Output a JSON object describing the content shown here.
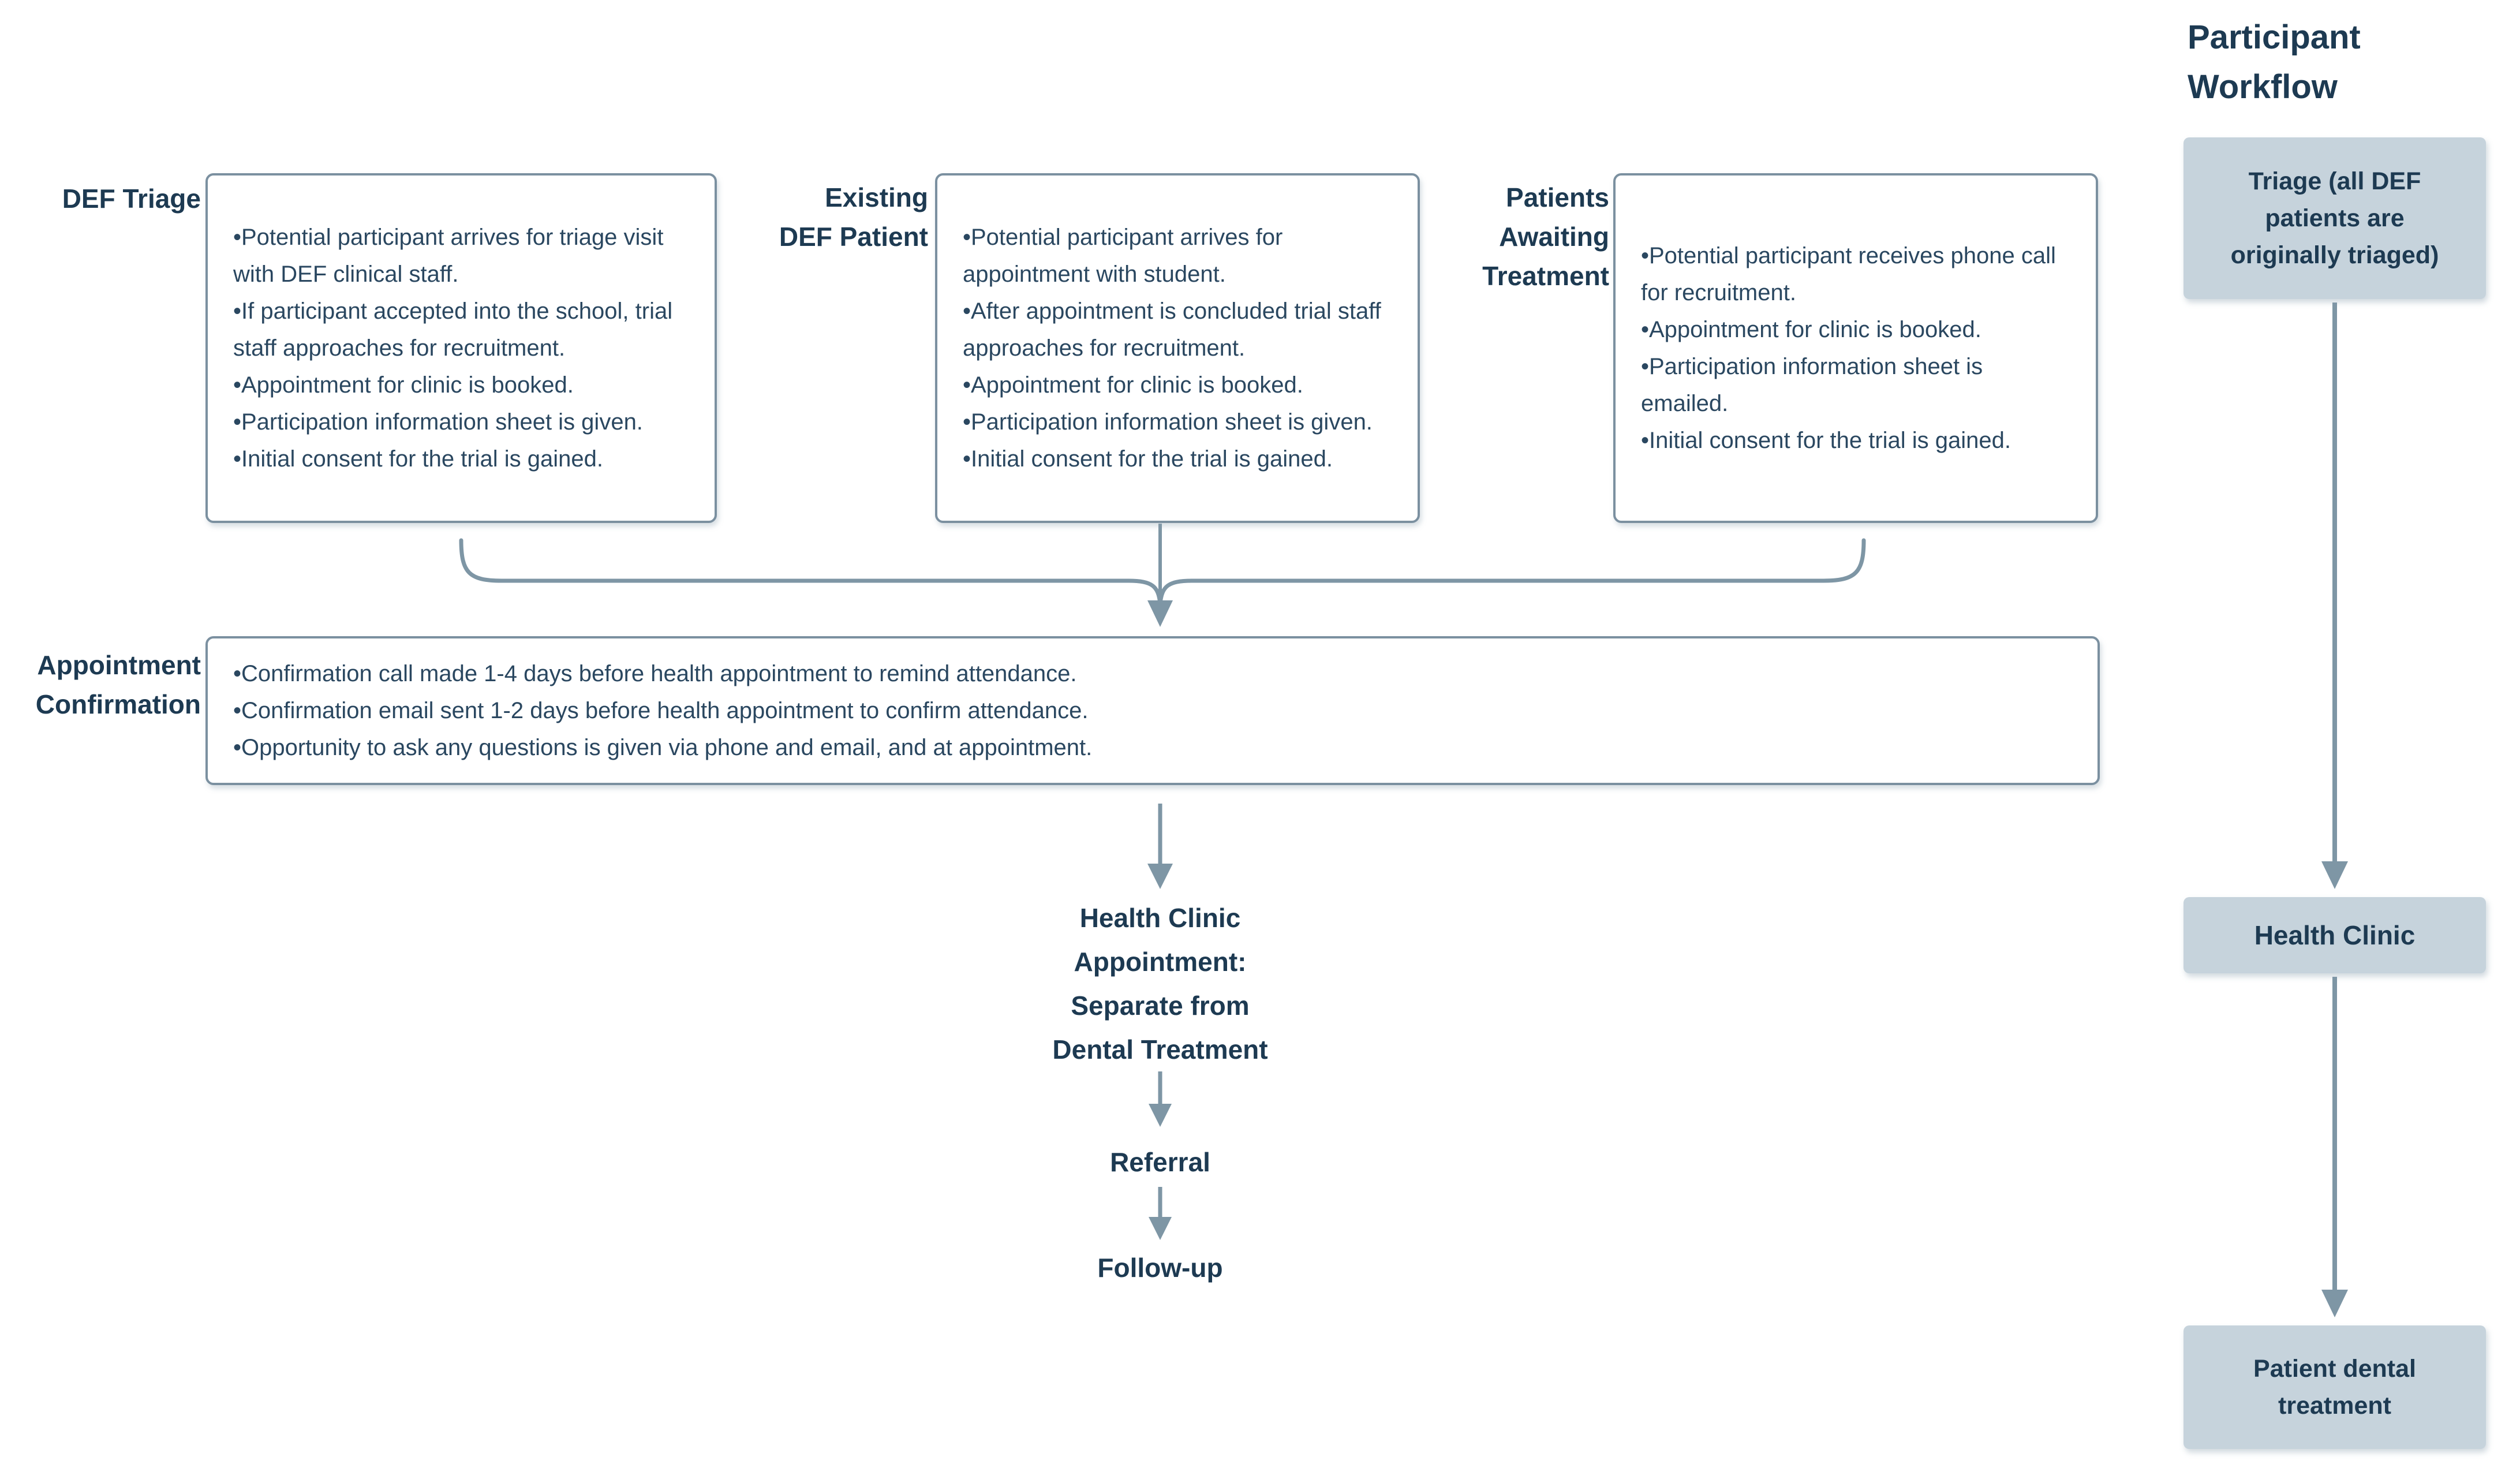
{
  "colors": {
    "line": "#7e96a5",
    "box_border": "#7b90a0",
    "filled_box_bg": "#c6d3dc",
    "heading_text": "#1d3a52",
    "body_text": "#2a4760"
  },
  "branches": [
    {
      "label": "DEF Triage",
      "bullets": [
        "•Potential participant arrives for triage visit with DEF clinical staff.",
        "•If participant accepted into the school, trial staff approaches for recruitment.",
        "•Appointment for clinic is booked.",
        "•Participation information sheet is given.",
        "•Initial consent for the trial is gained."
      ]
    },
    {
      "label_lines": [
        "Existing",
        "DEF Patient"
      ],
      "bullets": [
        "•Potential participant arrives for appointment with student.",
        "•After appointment is concluded trial staff approaches for recruitment.",
        "•Appointment for clinic is booked.",
        "•Participation information sheet is given.",
        "•Initial consent for the trial is gained."
      ]
    },
    {
      "label_lines": [
        "Patients",
        "Awaiting",
        "Treatment"
      ],
      "bullets": [
        "•Potential participant receives phone call for recruitment.",
        "•Appointment for clinic is booked.",
        "•Participation information sheet is emailed.",
        "•Initial consent for the trial is gained."
      ]
    }
  ],
  "appointment_confirmation": {
    "label_lines": [
      "Appointment",
      "Confirmation"
    ],
    "bullets": [
      "•Confirmation call made 1-4 days before health appointment to remind attendance.",
      "•Confirmation email sent 1-2 days before health appointment to confirm attendance.",
      "•Opportunity to ask any questions is given via phone and email, and at appointment."
    ]
  },
  "center_flow": {
    "health_clinic_appointment_lines": [
      "Health Clinic",
      "Appointment:",
      "Separate from",
      "Dental Treatment"
    ],
    "referral": "Referral",
    "follow_up": "Follow-up"
  },
  "workflow_column": {
    "title_lines": [
      "Participant",
      "Workflow"
    ],
    "steps": [
      {
        "lines": [
          "Triage (all DEF",
          "patients are",
          "originally triaged)"
        ]
      },
      {
        "lines": [
          "Health Clinic"
        ]
      },
      {
        "lines": [
          "Patient dental",
          "treatment"
        ]
      }
    ]
  }
}
